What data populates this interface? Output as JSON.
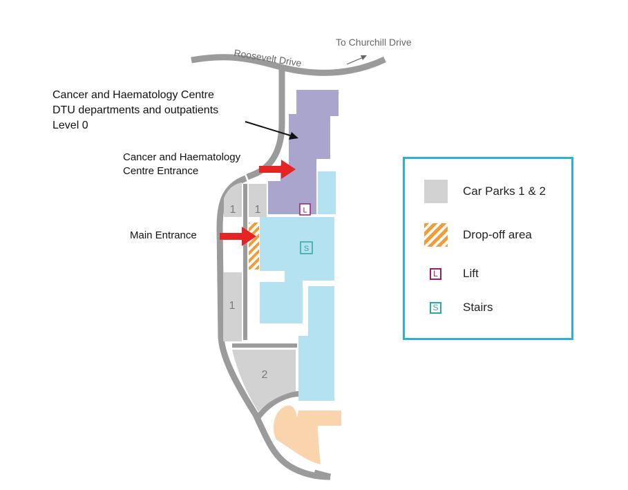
{
  "title_lines": [
    "Cancer and Haematology Centre",
    "DTU departments and outpatients",
    "Level 0"
  ],
  "roads": {
    "roosevelt": "Roosevelt Drive",
    "churchill": "To Churchill Drive"
  },
  "entrances": {
    "chc_lines": [
      "Cancer and Haematology",
      "Centre Entrance"
    ],
    "main": "Main Entrance"
  },
  "car_park_numbers": {
    "left_upper": "1",
    "right_upper": "1",
    "left_lower": "1",
    "park_two": "2"
  },
  "map_symbols": {
    "lift": "L",
    "stairs": "S"
  },
  "legend": {
    "car_parks": "Car Parks 1 & 2",
    "drop_off": "Drop-off area",
    "lift": "Lift",
    "stairs": "Stairs",
    "lift_symbol": "L",
    "stairs_symbol": "S"
  },
  "colors": {
    "road": "#9b9b9b",
    "car_park": "#d2d2d2",
    "drop_off": "#f39b35",
    "chc_building": "#a9a5cc",
    "main_building": "#b4e2f0",
    "annex": "#fad4ad",
    "arrow": "#e42523",
    "legend_border": "#29b1d7",
    "lift": "#9c1b6e",
    "stairs": "#2aa8a4"
  }
}
